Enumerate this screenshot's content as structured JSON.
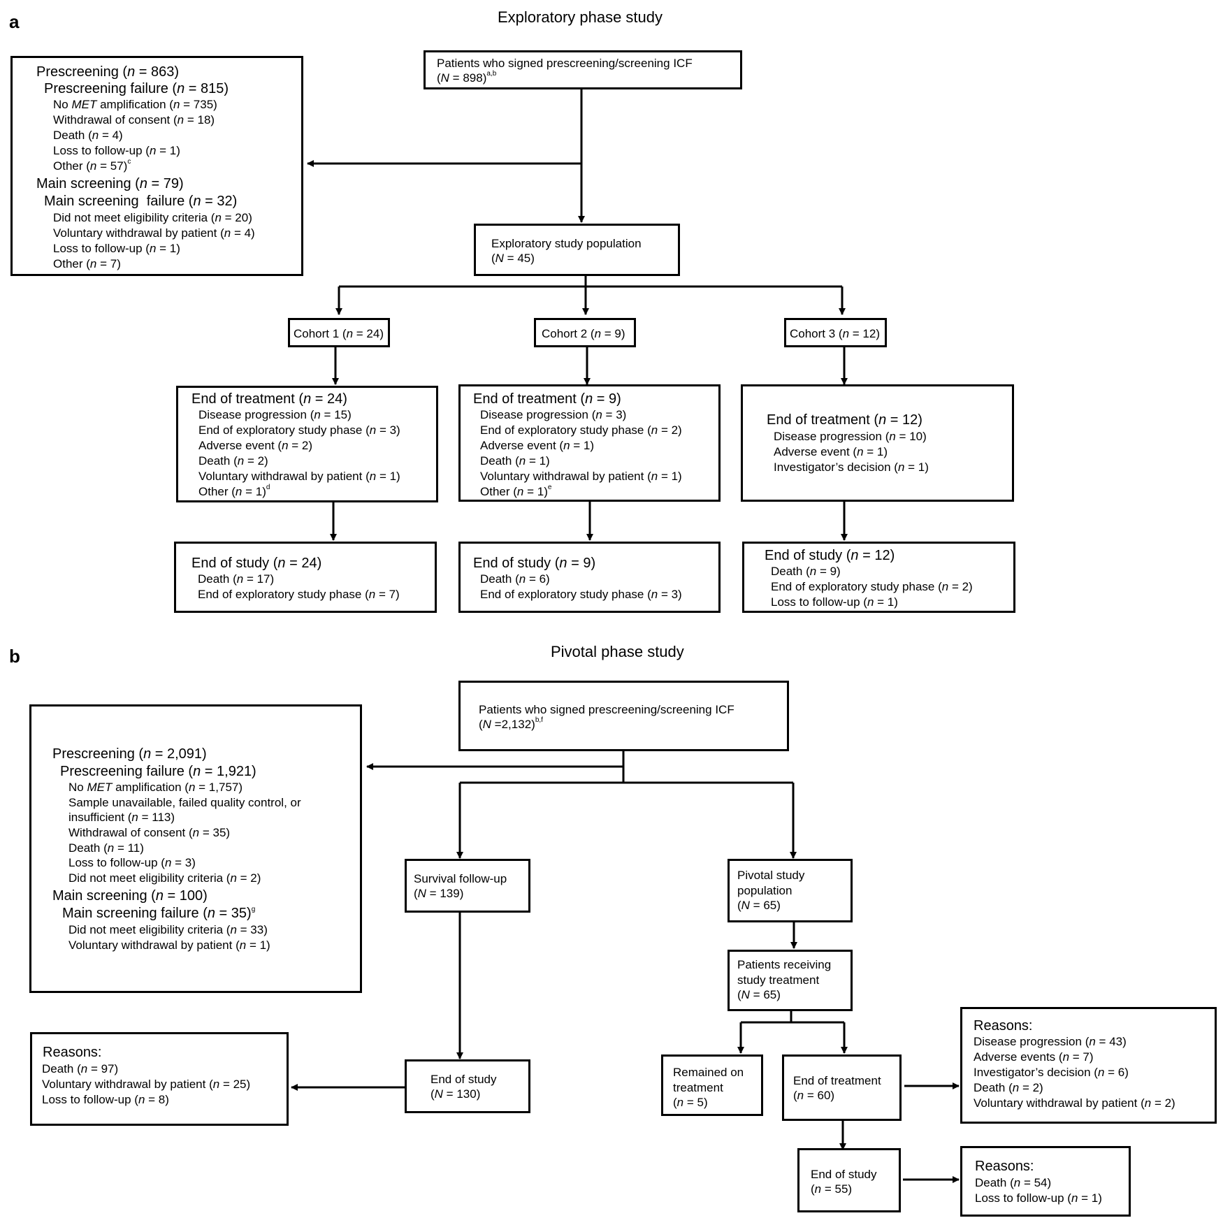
{
  "panel_a": {
    "letter": "a",
    "title": "Exploratory phase study",
    "icf": {
      "line1": "Patients who signed prescreening/screening ICF",
      "line2": "(N = 898)",
      "sup": "a,b"
    },
    "screen": {
      "prescreening": "Prescreening (n = 863)",
      "prescreening_failure": "Prescreening failure (n = 815)",
      "pre_items": [
        "No MET amplification (n = 735)",
        "Withdrawal of consent (n = 18)",
        "Death (n = 4)",
        "Loss to follow-up (n = 1)",
        "Other (n = 57)"
      ],
      "pre_other_sup": "c",
      "main": "Main screening (n = 79)",
      "main_failure": "Main screening  failure (n = 32)",
      "main_items": [
        "Did not meet eligibility criteria (n = 20)",
        "Voluntary withdrawal by patient (n = 4)",
        "Loss to follow-up (n = 1)",
        "Other (n = 7)"
      ]
    },
    "population": {
      "line1": "Exploratory study population",
      "line2": "(N = 45)"
    },
    "cohorts": [
      "Cohort 1 (n = 24)",
      "Cohort 2 (n = 9)",
      "Cohort 3 (n = 12)"
    ],
    "eot": [
      {
        "title": "End of treatment (n = 24)",
        "items": [
          "Disease progression (n = 15)",
          "End of exploratory study phase (n = 3)",
          "Adverse event (n = 2)",
          "Death (n = 2)",
          "Voluntary withdrawal by patient (n = 1)",
          "Other (n = 1)"
        ],
        "sup": "d"
      },
      {
        "title": "End of treatment (n = 9)",
        "items": [
          "Disease progression (n = 3)",
          "End of exploratory study phase (n = 2)",
          "Adverse event (n = 1)",
          "Death (n = 1)",
          "Voluntary withdrawal by patient (n = 1)",
          "Other (n = 1)"
        ],
        "sup": "e"
      },
      {
        "title": "End of treatment (n = 12)",
        "items": [
          "Disease progression (n = 10)",
          "Adverse event (n = 1)",
          "Investigator’s decision (n = 1)"
        ]
      }
    ],
    "eos": [
      {
        "title": "End of study (n = 24)",
        "items": [
          "Death (n = 17)",
          "End of exploratory study phase (n = 7)"
        ]
      },
      {
        "title": "End of study (n = 9)",
        "items": [
          "Death (n = 6)",
          "End of exploratory study phase (n = 3)"
        ]
      },
      {
        "title": "End of study (n = 12)",
        "items": [
          "Death (n = 9)",
          "End of exploratory study phase (n = 2)",
          "Loss to follow-up (n = 1)"
        ]
      }
    ]
  },
  "panel_b": {
    "letter": "b",
    "title": "Pivotal phase study",
    "icf": {
      "line1": "Patients who signed prescreening/screening ICF",
      "line2": "(N =2,132)",
      "sup": "b,f"
    },
    "screen": {
      "prescreening": "Prescreening (n = 2,091)",
      "prescreening_failure": "Prescreening failure (n = 1,921)",
      "pre_items": [
        "No MET amplification (n = 1,757)",
        "Sample unavailable, failed quality control, or",
        "insufficient (n = 113)",
        "Withdrawal of consent (n = 35)",
        "Death (n = 11)",
        "Loss to follow-up (n = 3)",
        "Did not meet eligibility criteria (n = 2)"
      ],
      "main": "Main screening (n = 100)",
      "main_failure": "Main screening failure (n = 35)",
      "main_failure_sup": "g",
      "main_items": [
        "Did not meet eligibility criteria (n = 33)",
        "Voluntary withdrawal by patient (n = 1)"
      ]
    },
    "survival": {
      "line1": "Survival follow-up",
      "line2": "(N = 139)"
    },
    "pivotal": {
      "line1": "Pivotal study",
      "line2": "population",
      "line3": "(N = 65)"
    },
    "receiving": {
      "line1": "Patients receiving",
      "line2": "study treatment",
      "line3": "(N = 65)"
    },
    "eos_left": {
      "line1": "End of study",
      "line2": "(N = 130)"
    },
    "reasons_left": {
      "title": "Reasons:",
      "items": [
        "Death (n = 97)",
        "Voluntary withdrawal by patient (n = 25)",
        "Loss to follow-up (n = 8)"
      ]
    },
    "remained": {
      "line1": "Remained on",
      "line2": "treatment",
      "line3": "(n = 5)"
    },
    "eot": {
      "line1": "End of treatment",
      "line2": "(n = 60)"
    },
    "reasons_eot": {
      "title": "Reasons:",
      "items": [
        "Disease progression (n = 43)",
        "Adverse events (n = 7)",
        "Investigator’s decision (n = 6)",
        "Death (n = 2)",
        "Voluntary withdrawal by patient (n = 2)"
      ]
    },
    "eos_right": {
      "line1": "End of study",
      "line2": "(n = 55)"
    },
    "reasons_eos": {
      "title": "Reasons:",
      "items": [
        "Death (n = 54)",
        "Loss to follow-up (n = 1)"
      ]
    }
  }
}
